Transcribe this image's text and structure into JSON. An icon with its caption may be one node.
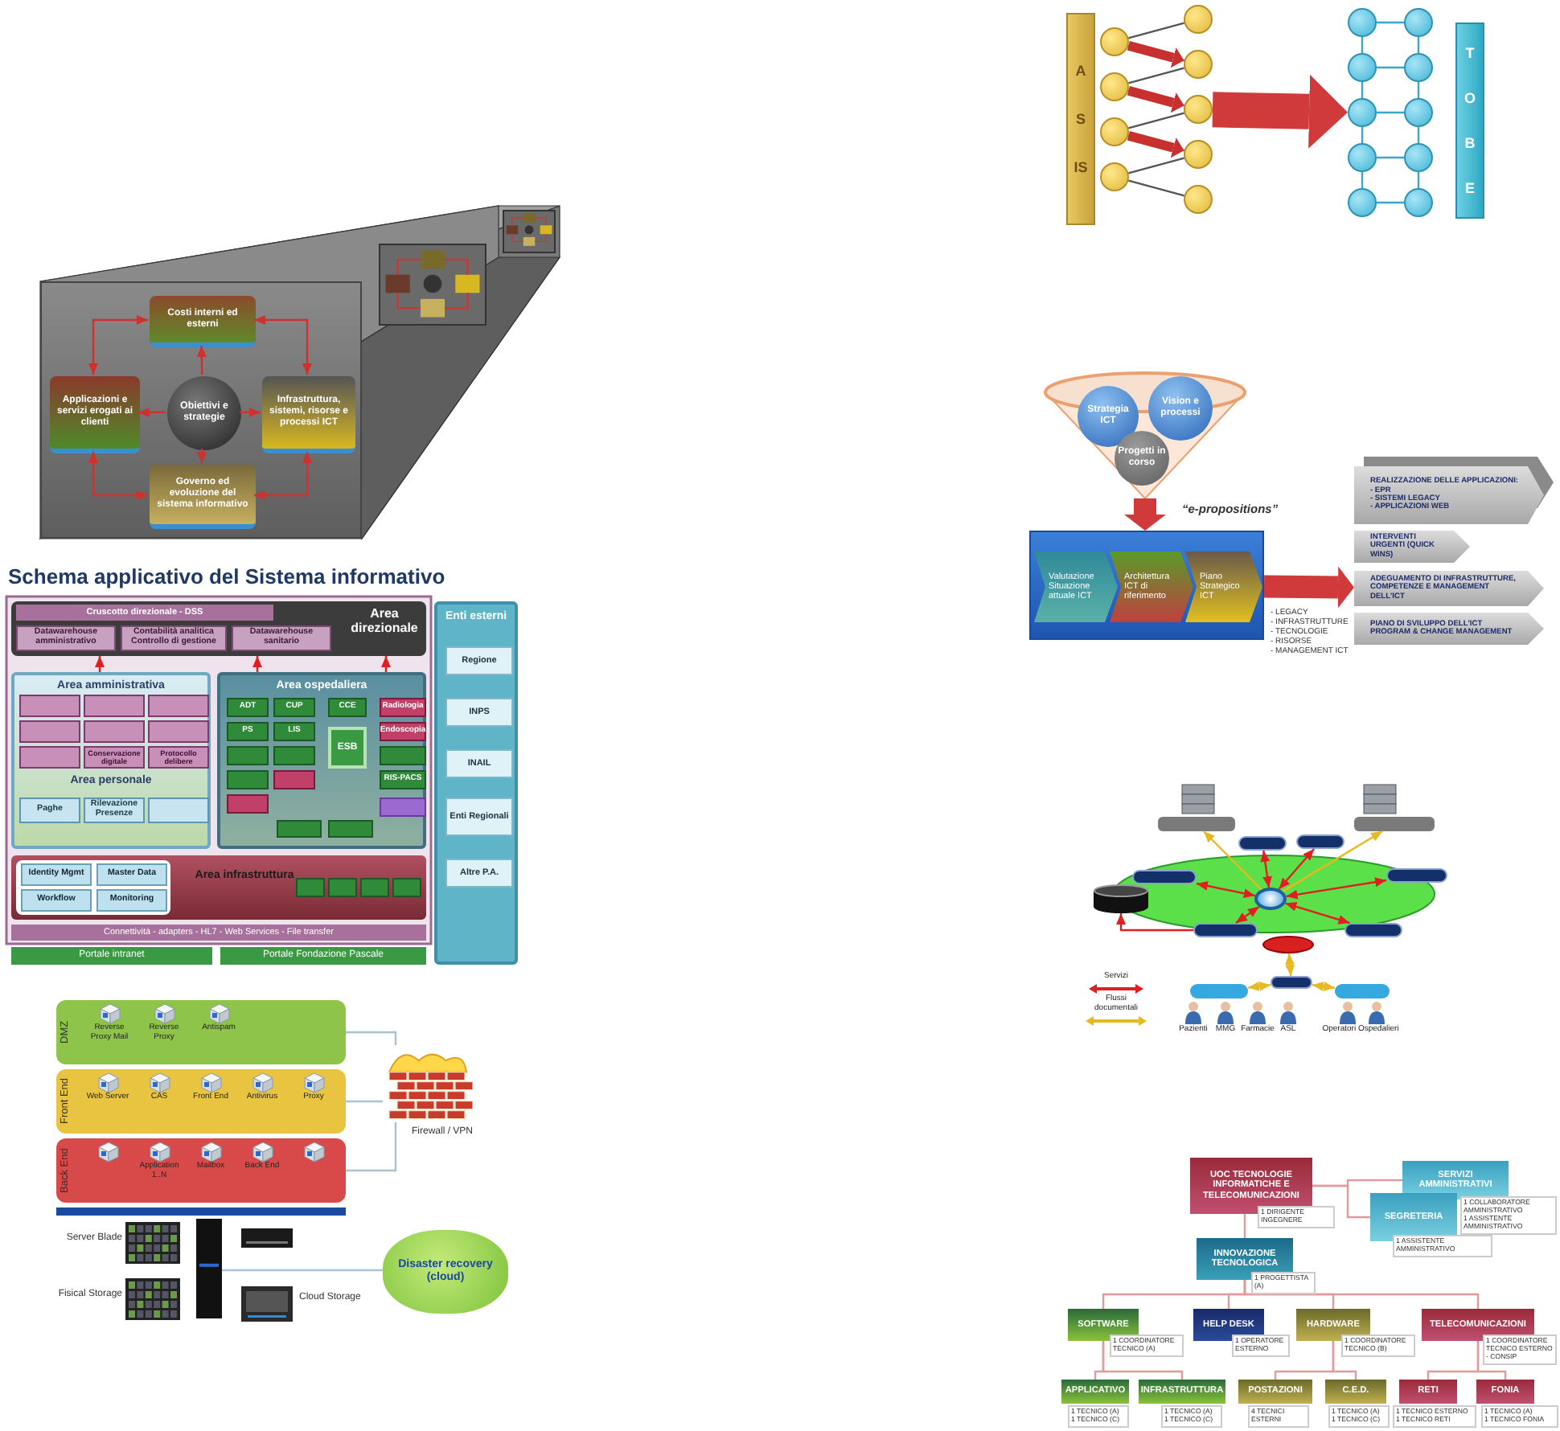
{
  "diagram": {
    "nodes": [
      {
        "text": [
          "AS IS"
        ]
      },
      {
        "text": [],
        "shape": "circle"
      },
      {
        "text": [],
        "shape": "circle"
      },
      {
        "text": [],
        "shape": "circle"
      },
      {
        "text": [],
        "shape": "circle"
      },
      {
        "text": [],
        "shape": "circle"
      },
      {
        "text": [],
        "shape": "circle"
      },
      {
        "text": [],
        "shape": "circle"
      },
      {
        "text": [],
        "shape": "circle"
      },
      {
        "text": [],
        "shape": "circle"
      },
      {
        "text": [],
        "shape": "circle"
      },
      {
        "text": [],
        "shape": "circle"
      },
      {
        "text": [],
        "shape": "circle"
      },
      {
        "text": [],
        "shape": "circle"
      },
      {
        "text": [],
        "shape": "circle"
      },
      {
        "text": [],
        "shape": "circle"
      },
      {
        "text": [],
        "shape": "circle"
      },
      {
        "text": [],
        "shape": "circle"
      },
      {
        "text": [],
        "shape": "circle"
      },
      {
        "text": [],
        "shape": "circle"
      },
      {
        "text": [
          "TO BE"
        ]
      },
      {
        "text": [],
        "shape": "box"
      },
      {
        "text": [
          "Costi interni ed esterni"
        ],
        "in": 21
      },
      {
        "text": [
          "Applicazioni e servizi erogati ai clienti"
        ],
        "in": 21
      },
      {
        "text": [
          "Obiettivi e strategie"
        ],
        "in": 21
      },
      {
        "text": [
          "Infrastruttura, sistemi, risorse e processi ICT"
        ],
        "in": 21
      },
      {
        "text": [
          "Governo ed evoluzione del sistema informativo"
        ],
        "in": 21
      },
      {
        "text": [],
        "shape": "funnel"
      },
      {
        "text": [
          "Strategia ICT"
        ],
        "in": 27
      },
      {
        "text": [
          "Vision e processi"
        ],
        "in": 27
      },
      {
        "text": [
          "Progetti in corso"
        ],
        "in": 27
      },
      {
        "text": [],
        "shape": "box"
      },
      {
        "text": [
          "Valutazione Situazione attuale ICT"
        ],
        "in": 31
      },
      {
        "text": [
          "Architettura ICT di riferimento"
        ],
        "in": 31
      },
      {
        "text": [
          "Piano Strategico ICT"
        ],
        "in": 31
      },
      {
        "text": [
          "REALIZZAZIONE DELLE APPLICAZIONI:",
          "- EPR",
          "- SISTEMI LEGACY",
          "- APPLICAZIONI WEB"
        ]
      },
      {
        "text": [
          "INTERVENTI URGENTI (QUICK WINS)"
        ]
      },
      {
        "text": [
          "ADEGUAMENTO DI INFRASTRUTTURE, COMPETENZE E MANAGEMENT DELL'ICT"
        ]
      },
      {
        "text": [
          "PIANO DI SVILUPPO DELL'ICT PROGRAM & CHANGE MANAGEMENT"
        ]
      },
      {
        "text": [
          "Area direzionale"
        ]
      },
      {
        "text": [
          "Cruscotto direzionale - DSS"
        ],
        "in": 39
      },
      {
        "text": [
          "Datawarehouse amministrativo"
        ],
        "in": 39
      },
      {
        "text": [
          "Contabilità analitica Controllo di gestione"
        ],
        "in": 39
      },
      {
        "text": [
          "Datawarehouse sanitario"
        ],
        "in": 39
      },
      {
        "text": [
          "Area amministrativa",
          "Area personale"
        ]
      },
      {
        "text": [],
        "shape": "box",
        "in": 44
      },
      {
        "text": [],
        "shape": "box",
        "in": 44
      },
      {
        "text": [],
        "shape": "box",
        "in": 44
      },
      {
        "text": [],
        "shape": "box",
        "in": 44
      },
      {
        "text": [],
        "shape": "box",
        "in": 44
      },
      {
        "text": [],
        "shape": "box",
        "in": 44
      },
      {
        "text": [],
        "shape": "box",
        "in": 44
      },
      {
        "text": [
          "Conservazione digitale"
        ],
        "in": 44
      },
      {
        "text": [
          "Protocollo delibere"
        ],
        "in": 44
      },
      {
        "text": [
          "Paghe"
        ],
        "in": 44
      },
      {
        "text": [
          "Rilevazione Presenze"
        ],
        "in": 44
      },
      {
        "text": [],
        "shape": "box",
        "in": 44
      },
      {
        "text": [
          "Area ospedaliera"
        ]
      },
      {
        "text": [
          "ADT"
        ],
        "in": 57
      },
      {
        "text": [
          "CUP"
        ],
        "in": 57
      },
      {
        "text": [
          "CCE"
        ],
        "in": 57
      },
      {
        "text": [
          "Radiologia"
        ],
        "in": 57
      },
      {
        "text": [
          "PS"
        ],
        "in": 57
      },
      {
        "text": [
          "LIS"
        ],
        "in": 57
      },
      {
        "text": [
          "Endoscopia"
        ],
        "in": 57
      },
      {
        "text": [
          "ESB"
        ],
        "in": 57
      },
      {
        "text": [],
        "shape": "box",
        "in": 57
      },
      {
        "text": [],
        "shape": "box",
        "in": 57
      },
      {
        "text": [],
        "shape": "box",
        "in": 57
      },
      {
        "text": [],
        "shape": "box",
        "in": 57
      },
      {
        "text": [],
        "shape": "box",
        "in": 57
      },
      {
        "text": [
          "RIS-PACS"
        ],
        "in": 57
      },
      {
        "text": [],
        "shape": "box",
        "in": 57
      },
      {
        "text": [],
        "shape": "box",
        "in": 57
      },
      {
        "text": [],
        "shape": "box",
        "in": 57
      },
      {
        "text": [],
        "shape": "box",
        "in": 57
      },
      {
        "text": [
          "Area infrastruttura"
        ]
      },
      {
        "text": [],
        "shape": "box",
        "in": 76
      },
      {
        "text": [
          "Identity Mgmt"
        ],
        "in": 77
      },
      {
        "text": [
          "Master Data"
        ],
        "in": 77
      },
      {
        "text": [
          "Workflow"
        ],
        "in": 77
      },
      {
        "text": [
          "Monitoring"
        ],
        "in": 77
      },
      {
        "text": [],
        "shape": "box",
        "in": 76
      },
      {
        "text": [],
        "shape": "box",
        "in": 76
      },
      {
        "text": [],
        "shape": "box",
        "in": 76
      },
      {
        "text": [],
        "shape": "box",
        "in": 76
      },
      {
        "text": [
          "Connettività - adapters - HL7 - Web Services - File transfer"
        ]
      },
      {
        "text": [
          "Portale intranet"
        ]
      },
      {
        "text": [
          "Portale Fondazione Pascale"
        ]
      },
      {
        "text": [
          "Enti esterni"
        ]
      },
      {
        "text": [
          "Regione"
        ],
        "in": 89
      },
      {
        "text": [
          "INPS"
        ],
        "in": 89
      },
      {
        "text": [
          "INAIL"
        ],
        "in": 89
      },
      {
        "text": [
          "Enti Regionali"
        ],
        "in": 89
      },
      {
        "text": [
          "Altre P.A."
        ],
        "in": 89
      },
      {
        "text": [],
        "shape": "cylinder"
      },
      {
        "text": [],
        "shape": "box"
      },
      {
        "text": [],
        "shape": "box"
      },
      {
        "text": [],
        "shape": "box"
      },
      {
        "text": [],
        "shape": "box"
      },
      {
        "text": [],
        "shape": "box"
      },
      {
        "text": [],
        "shape": "box"
      },
      {
        "text": [],
        "shape": "circle"
      },
      {
        "text": [],
        "shape": "box"
      },
      {
        "text": [],
        "shape": "box"
      },
      {
        "text": [],
        "shape": "ellipse"
      },
      {
        "text": [],
        "shape": "box"
      },
      {
        "text": [],
        "shape": "box"
      },
      {
        "text": [],
        "shape": "box"
      },
      {
        "text": [
          "DMZ"
        ]
      },
      {
        "text": [
          "Reverse Proxy Mail"
        ],
        "in": 109
      },
      {
        "text": [
          "Reverse Proxy"
        ],
        "in": 109
      },
      {
        "text": [
          "Antispam"
        ],
        "in": 109
      },
      {
        "text": [
          "Front End"
        ]
      },
      {
        "text": [
          "Web Server"
        ],
        "in": 113
      },
      {
        "text": [
          "CAS"
        ],
        "in": 113
      },
      {
        "text": [
          "Front End"
        ],
        "in": 113
      },
      {
        "text": [
          "Antivirus"
        ],
        "in": 113
      },
      {
        "text": [
          "Proxy"
        ],
        "in": 113
      },
      {
        "text": [
          "Back End"
        ]
      },
      {
        "text": [],
        "shape": "picture",
        "in": 119
      },
      {
        "text": [
          "Application 1..N"
        ],
        "in": 119
      },
      {
        "text": [
          "Mailbox"
        ],
        "in": 119
      },
      {
        "text": [
          "Back End"
        ],
        "in": 119
      },
      {
        "text": [],
        "shape": "picture",
        "in": 119
      },
      {
        "text": [],
        "shape": "picture",
        "beside": [
          "Firewall / VPN"
        ]
      },
      {
        "text": [],
        "shape": "picture",
        "beside": [
          "Server Blade"
        ]
      },
      {
        "text": [],
        "shape": "picture"
      },
      {
        "text": [],
        "shape": "picture"
      },
      {
        "text": [],
        "shape": "picture",
        "beside": [
          "Fisical Storage"
        ]
      },
      {
        "text": [],
        "shape": "picture",
        "beside": [
          "Cloud Storage"
        ]
      },
      {
        "text": [
          "Disaster recovery (cloud)"
        ]
      },
      {
        "text": [
          "UOC TECNOLOGIE INFORMATICHE E TELECOMUNICAZIONI"
        ],
        "beside": [
          "1 DIRIGENTE INGEGNERE"
        ]
      },
      {
        "text": [
          "SERVIZI AMMINISTRATIVI"
        ],
        "beside": [
          "1 COLLABORATORE AMMINISTRATIVO",
          "1 ASSISTENTE AMMINISTRATIVO"
        ]
      },
      {
        "text": [
          "SEGRETERIA"
        ],
        "beside": [
          "1 ASSISTENTE AMMINISTRATIVO"
        ]
      },
      {
        "text": [
          "INNOVAZIONE TECNOLOGICA"
        ],
        "beside": [
          "1 PROGETTISTA (A)"
        ]
      },
      {
        "text": [
          "SOFTWARE"
        ],
        "beside": [
          "1 COORDINATORE TECNICO (A)"
        ]
      },
      {
        "text": [
          "HELP DESK"
        ],
        "beside": [
          "1 OPERATORE ESTERNO"
        ]
      },
      {
        "text": [
          "HARDWARE"
        ],
        "beside": [
          "1 COORDINATORE TECNICO (B)"
        ]
      },
      {
        "text": [
          "TELECOMUNICAZIONI"
        ],
        "beside": [
          "1 COORDINATORE TECNICO ESTERNO - CONSIP"
        ]
      },
      {
        "text": [
          "APPLICATIVO"
        ],
        "beside": [
          "1 TECNICO (A)",
          "1 TECNICO (C)"
        ]
      },
      {
        "text": [
          "INFRASTRUTTURA"
        ],
        "beside": [
          "1 TECNICO (A)",
          "1 TECNICO (C)"
        ]
      },
      {
        "text": [
          "POSTAZIONI"
        ],
        "beside": [
          "4 TECNICI",
          "ESTERNI"
        ]
      },
      {
        "text": [
          "C.E.D."
        ],
        "beside": [
          "1 TECNICO (A)",
          "1 TECNICO (C)"
        ]
      },
      {
        "text": [
          "RETI"
        ],
        "beside": [
          "1 TECNICO ESTERNO",
          "1 TECNICO RETI"
        ]
      },
      {
        "text": [
          "FONIA"
        ],
        "beside": [
          "1 TECNICO (A)",
          "1 TECNICO FONIA"
        ]
      }
    ],
    "edges": [
      {
        "from": 1,
        "to": 5,
        "arrow": "none",
        "color": "#555555"
      },
      {
        "from": 1,
        "to": 6,
        "arrow": "none",
        "color": "#555555"
      },
      {
        "from": 2,
        "to": 6,
        "arrow": "none",
        "color": "#555555"
      },
      {
        "from": 2,
        "to": 7,
        "arrow": "none",
        "color": "#555555"
      },
      {
        "from": 3,
        "to": 7,
        "arrow": "none",
        "color": "#555555"
      },
      {
        "from": 3,
        "to": 8,
        "arrow": "none",
        "color": "#555555"
      },
      {
        "from": 4,
        "to": 8,
        "arrow": "none",
        "color": "#555555"
      },
      {
        "from": 4,
        "to": 9,
        "arrow": "none",
        "color": "#555555"
      },
      {
        "from": 7,
        "to": 12,
        "arrow": "to",
        "style": "thick",
        "color": "#d03a3a"
      },
      {
        "from": 10,
        "to": 11,
        "arrow": "none",
        "color": "#3aa8cc"
      },
      {
        "from": 11,
        "to": 12,
        "arrow": "none",
        "color": "#3aa8cc"
      },
      {
        "from": 12,
        "to": 13,
        "arrow": "none",
        "color": "#3aa8cc"
      },
      {
        "from": 13,
        "to": 14,
        "arrow": "none",
        "color": "#3aa8cc"
      },
      {
        "from": 15,
        "to": 16,
        "arrow": "none",
        "color": "#3aa8cc"
      },
      {
        "from": 16,
        "to": 17,
        "arrow": "none",
        "color": "#3aa8cc"
      },
      {
        "from": 17,
        "to": 18,
        "arrow": "none",
        "color": "#3aa8cc"
      },
      {
        "from": 18,
        "to": 19,
        "arrow": "none",
        "color": "#3aa8cc"
      },
      {
        "from": 10,
        "to": 15,
        "arrow": "none",
        "color": "#3aa8cc"
      },
      {
        "from": 11,
        "to": 16,
        "arrow": "none",
        "color": "#3aa8cc"
      },
      {
        "from": 12,
        "to": 17,
        "arrow": "none",
        "color": "#3aa8cc"
      },
      {
        "from": 13,
        "to": 18,
        "arrow": "none",
        "color": "#3aa8cc"
      },
      {
        "from": 14,
        "to": 19,
        "arrow": "none",
        "color": "#3aa8cc"
      },
      {
        "from": 24,
        "to": 22,
        "arrow": "to",
        "color": "#d0312d"
      },
      {
        "from": 24,
        "to": 23,
        "arrow": "to",
        "color": "#d0312d"
      },
      {
        "from": 24,
        "to": 25,
        "arrow": "to",
        "color": "#d0312d"
      },
      {
        "from": 24,
        "to": 26,
        "arrow": "to",
        "color": "#d0312d"
      },
      {
        "from": 22,
        "to": 25,
        "arrow": "both",
        "color": "#d0312d"
      },
      {
        "from": 25,
        "to": 26,
        "arrow": "both",
        "color": "#d0312d"
      },
      {
        "from": 26,
        "to": 23,
        "arrow": "both",
        "color": "#d0312d"
      },
      {
        "from": 23,
        "to": 22,
        "arrow": "both",
        "color": "#d0312d"
      },
      {
        "from": 27,
        "to": 31,
        "arrow": "to",
        "style": "thick",
        "color": "#d03a3a"
      },
      {
        "from": 31,
        "to": 37,
        "arrow": "to",
        "style": "thick",
        "color": "#d03a3a"
      },
      {
        "from": 44,
        "to": 39,
        "arrow": "to",
        "color": "#e02020"
      },
      {
        "from": 57,
        "to": 39,
        "arrow": "to",
        "color": "#e02020"
      },
      {
        "from": 57,
        "to": 39,
        "arrow": "to",
        "color": "#e02020"
      },
      {
        "from": 102,
        "to": 98,
        "arrow": "both",
        "color": "#e02020"
      },
      {
        "from": 102,
        "to": 99,
        "arrow": "both",
        "color": "#e02020"
      },
      {
        "from": 102,
        "to": 100,
        "arrow": "both",
        "color": "#e02020"
      },
      {
        "from": 102,
        "to": 101,
        "arrow": "both",
        "color": "#e02020"
      },
      {
        "from": 102,
        "to": 103,
        "arrow": "both",
        "color": "#e02020"
      },
      {
        "from": 102,
        "to": 104,
        "arrow": "both",
        "color": "#e02020"
      },
      {
        "from": 102,
        "to": 96,
        "arrow": "to",
        "color": "#e8b820"
      },
      {
        "from": 102,
        "to": 97,
        "arrow": "to",
        "color": "#e8b820"
      },
      {
        "from": 103,
        "to": 95,
        "arrow": "to",
        "color": "#e02020"
      },
      {
        "from": 105,
        "to": 106,
        "arrow": "both",
        "color": "#e8b820"
      },
      {
        "from": 106,
        "to": 107,
        "arrow": "both",
        "color": "#e8b820"
      },
      {
        "from": 106,
        "to": 108,
        "arrow": "both",
        "color": "#e8b820"
      },
      {
        "from": 109,
        "to": 125,
        "arrow": "none",
        "color": "#a9c2d6"
      },
      {
        "from": 113,
        "to": 125,
        "arrow": "none",
        "color": "#a9c2d6"
      },
      {
        "from": 119,
        "to": 125,
        "arrow": "none",
        "color": "#a9c2d6"
      },
      {
        "from": 127,
        "to": 131,
        "arrow": "none",
        "color": "#a9c2d6"
      },
      {
        "from": 132,
        "to": 135,
        "arrow": "none",
        "color": "#e39a9a"
      },
      {
        "from": 132,
        "to": 133,
        "arrow": "none",
        "color": "#e39a9a"
      },
      {
        "from": 132,
        "to": 134,
        "arrow": "none",
        "color": "#e39a9a"
      },
      {
        "from": 135,
        "to": 136,
        "arrow": "none",
        "color": "#e39a9a"
      },
      {
        "from": 135,
        "to": 137,
        "arrow": "none",
        "color": "#e39a9a"
      },
      {
        "from": 135,
        "to": 138,
        "arrow": "none",
        "color": "#e39a9a"
      },
      {
        "from": 135,
        "to": 139,
        "arrow": "none",
        "color": "#e39a9a"
      },
      {
        "from": 136,
        "to": 140,
        "arrow": "none",
        "color": "#e39a9a"
      },
      {
        "from": 136,
        "to": 141,
        "arrow": "none",
        "color": "#e39a9a"
      },
      {
        "from": 138,
        "to": 142,
        "arrow": "none",
        "color": "#e39a9a"
      },
      {
        "from": 138,
        "to": 143,
        "arrow": "none",
        "color": "#e39a9a"
      },
      {
        "from": 139,
        "to": 144,
        "arrow": "none",
        "color": "#e39a9a"
      },
      {
        "from": 139,
        "to": 145,
        "arrow": "none",
        "color": "#e39a9a"
      },
      {
        "from": 1,
        "to": 6,
        "arrow": "to",
        "style": "thick",
        "color": "#c83030"
      },
      {
        "from": 2,
        "to": 7,
        "arrow": "to",
        "style": "thick",
        "color": "#c83030"
      },
      {
        "from": 3,
        "to": 8,
        "arrow": "to",
        "style": "thick",
        "color": "#c83030"
      }
    ],
    "labels": [
      "Schema applicativo del Sistema informativo",
      "“e-propositions”",
      "- LEGACY",
      "- INFRASTRUTTURE",
      "- TECNOLOGIE",
      "- RISORSE",
      "- MANAGEMENT ICT",
      "Pazienti",
      "MMG",
      "Farmacie",
      "ASL",
      "Operatori Ospedalieri"
    ],
    "legend": [
      {
        "text": "Servizi"
      },
      {
        "text": "Flussi documentali"
      }
    ]
  }
}
